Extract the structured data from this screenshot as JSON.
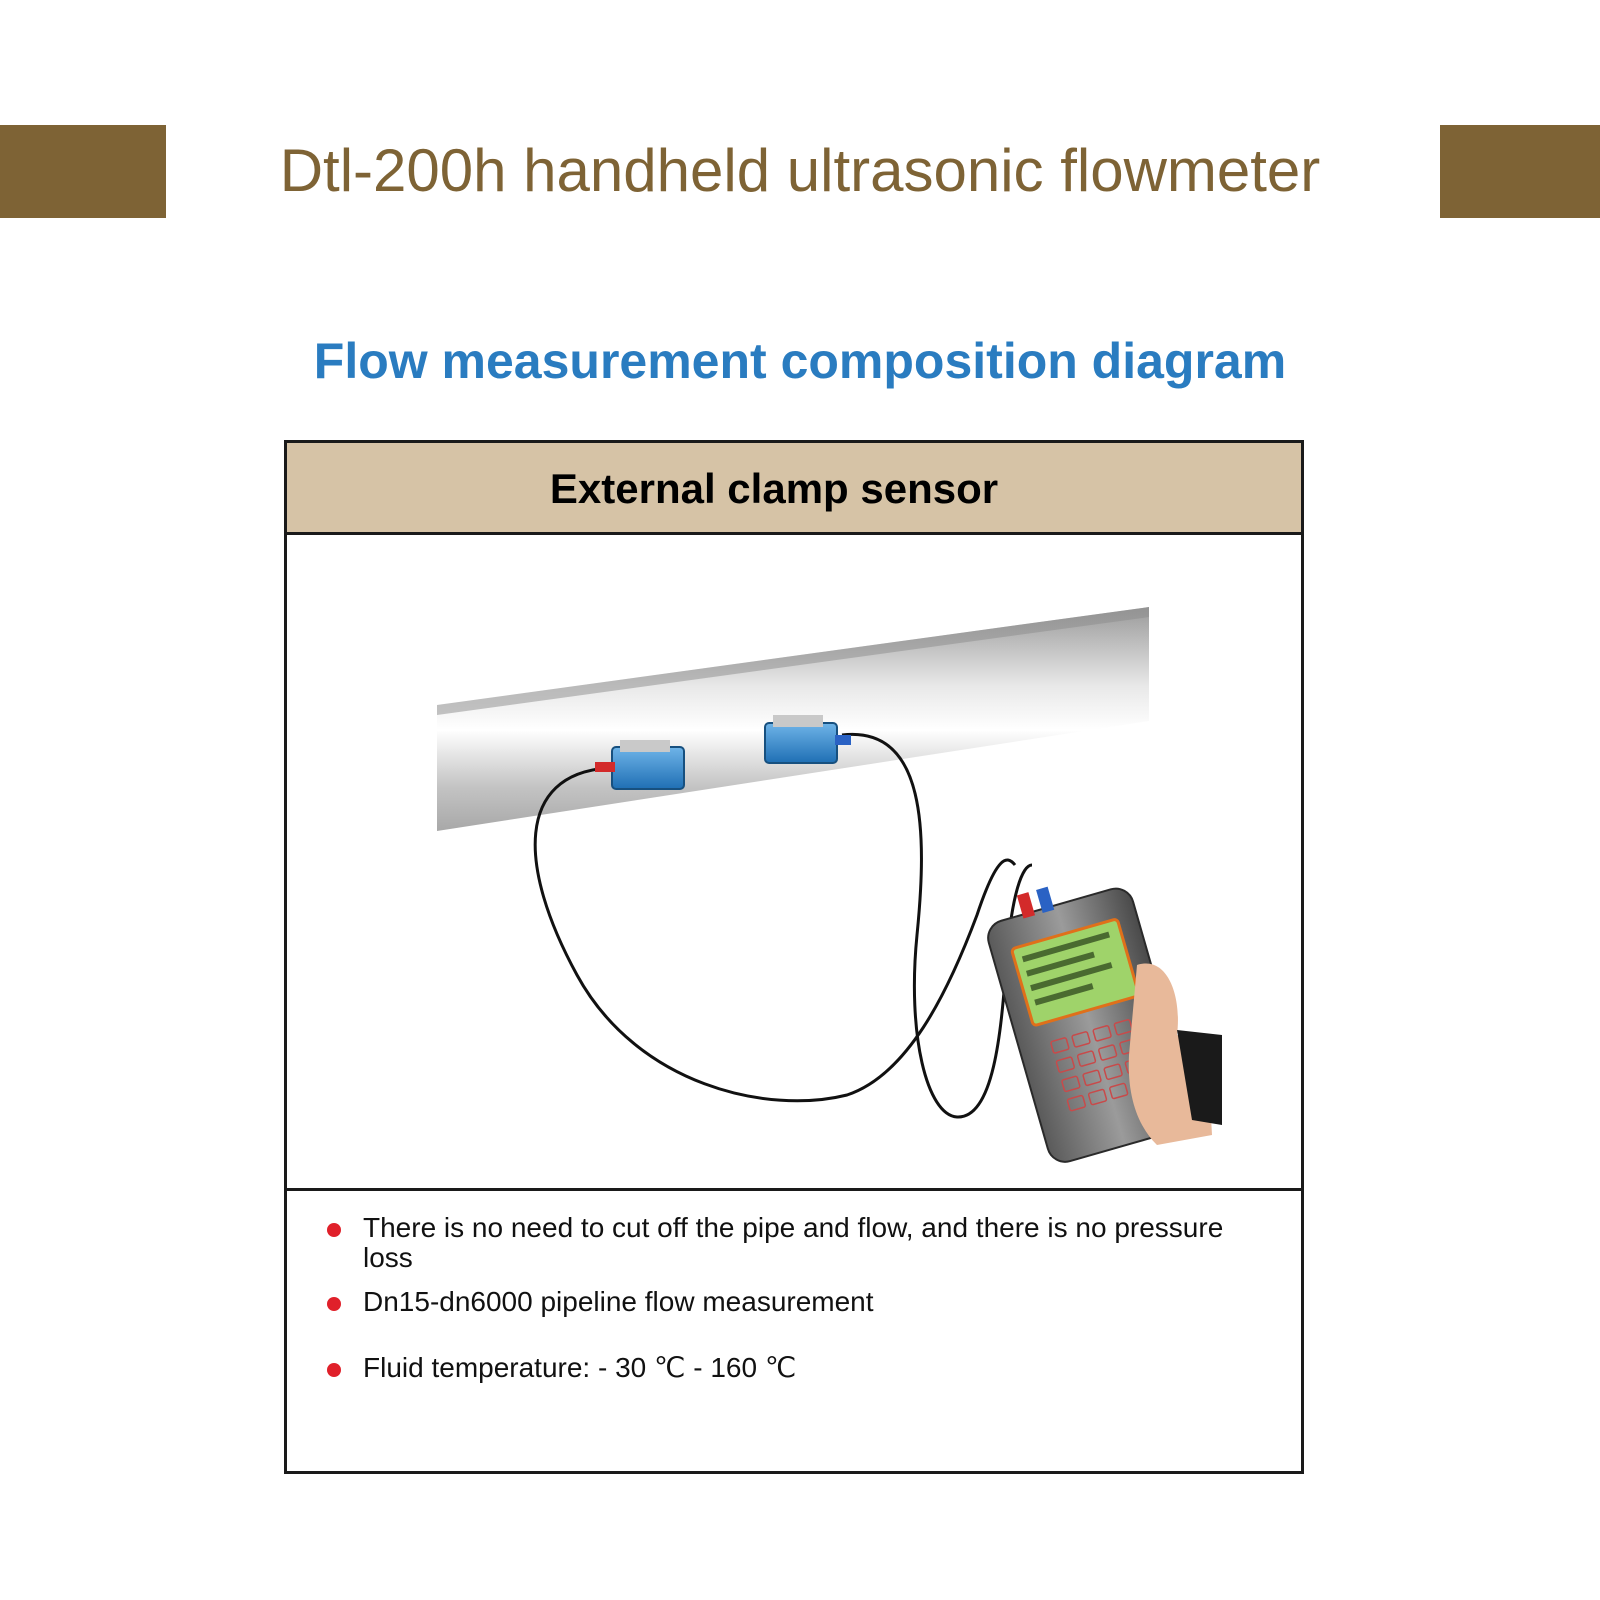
{
  "header": {
    "title": "Dtl-200h handheld ultrasonic flowmeter",
    "accent_color": "#7e6335"
  },
  "section": {
    "title": "Flow measurement composition diagram",
    "title_color": "#2a7cc0"
  },
  "panel": {
    "heading": "External clamp sensor",
    "heading_bg": "#d6c3a6",
    "bullet_color": "#e0202a",
    "bullets": [
      "There is no need to cut off the pipe and flow, and there is no pressure loss",
      "Dn15-dn6000 pipeline flow measurement",
      "Fluid temperature: - 30 ℃ - 160 ℃"
    ]
  }
}
